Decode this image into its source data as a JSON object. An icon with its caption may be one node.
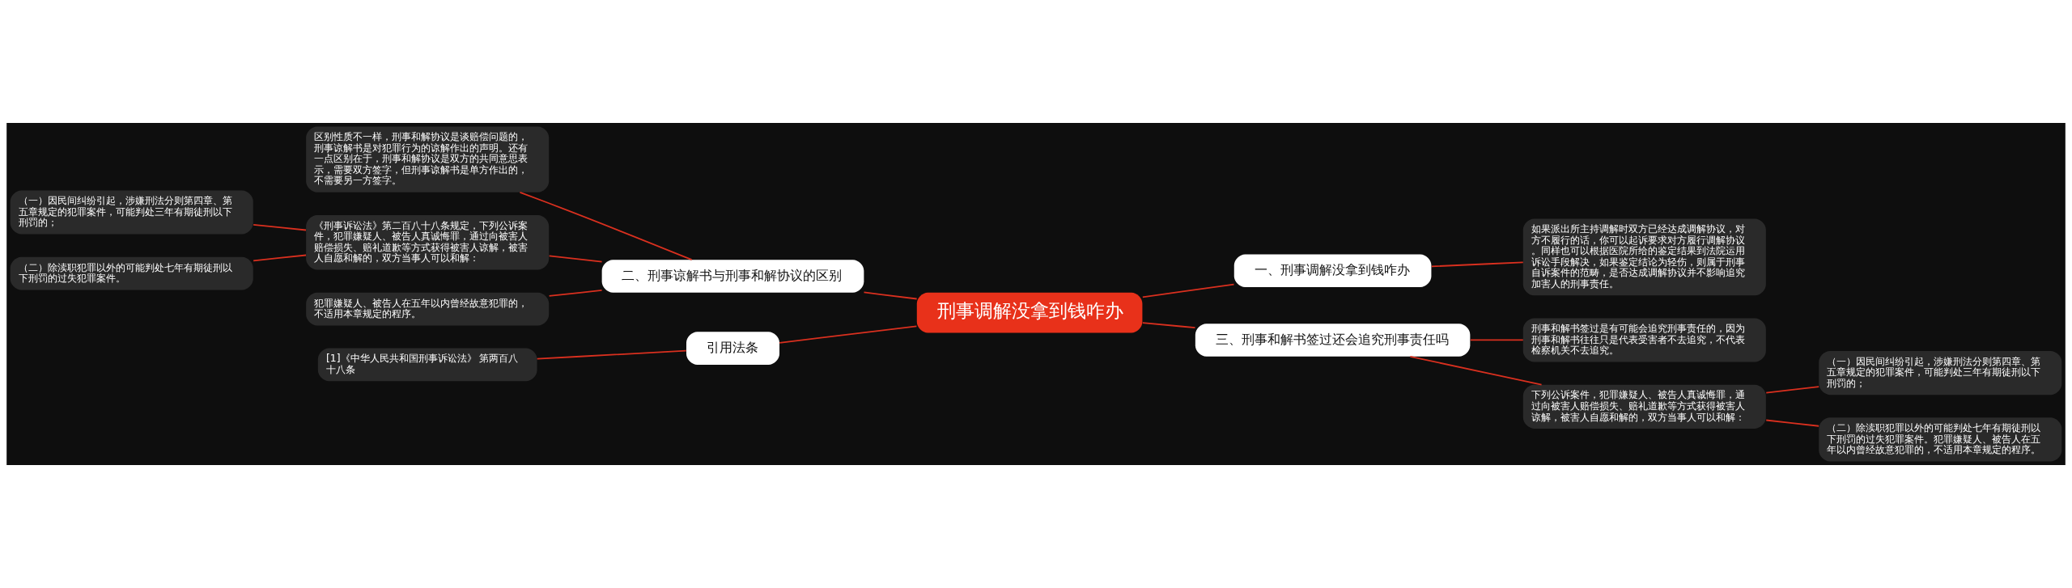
{
  "diagram": {
    "nodes": [
      {
        "text": [
          "刑事调解没拿到钱咋办"
        ]
      },
      {
        "text": [
          "二、刑事谅解书与刑事和解协议的区别"
        ]
      },
      {
        "text": [
          "区别性质不一样，刑事和解协议是谈赔偿问题的，刑事谅解书是对犯罪行为的谅解作出的声明。还有一点区别在于，刑事和解协议是双方的共同意思表示，需要双方签字，但刑事谅解书是单方作出的，不需要另一方签字。"
        ]
      },
      {
        "text": [
          "《刑事诉讼法》第二百八十八条规定，下列公诉案件，犯罪嫌疑人、被告人真诚悔罪，通过向被害人赔偿损失、赔礼道歉等方式获得被害人谅解，被害人自愿和解的，双方当事人可以和解："
        ]
      },
      {
        "text": [
          "（一）因民间纠纷引起，涉嫌刑法分则第四章、第五章规定的犯罪案件，可能判处三年有期徒刑以下刑罚的；"
        ]
      },
      {
        "text": [
          "（二）除渎职犯罪以外的可能判处七年有期徒刑以下刑罚的过失犯罪案件。"
        ]
      },
      {
        "text": [
          "犯罪嫌疑人、被告人在五年以内曾经故意犯罪的，不适用本章规定的程序。"
        ]
      },
      {
        "text": [
          "引用法条"
        ]
      },
      {
        "text": [
          "[1]《中华人民共和国刑事诉讼法》 第两百八十八条"
        ]
      },
      {
        "text": [
          "一、刑事调解没拿到钱咋办"
        ]
      },
      {
        "text": [
          "如果派出所主持调解时双方已经达成调解协议，对方不履行的话，你可以起诉要求对方履行调解协议。同样也可以根据医院所给的鉴定结果到法院运用诉讼手段解决，如果鉴定结论为轻伤，则属于刑事自诉案件的范畴，是否达成调解协议并不影响追究加害人的刑事责任。"
        ]
      },
      {
        "text": [
          "三、刑事和解书签过还会追究刑事责任吗"
        ]
      },
      {
        "text": [
          "刑事和解书签过是有可能会追究刑事责任的，因为刑事和解书往往只是代表受害者不去追究，不代表检察机关不去追究。"
        ]
      },
      {
        "text": [
          "下列公诉案件，犯罪嫌疑人、被告人真诚悔罪，通过向被害人赔偿损失、赔礼道歉等方式获得被害人谅解，被害人自愿和解的，双方当事人可以和解："
        ]
      },
      {
        "text": [
          "（一）因民间纠纷引起，涉嫌刑法分则第四章、第五章规定的犯罪案件，可能判处三年有期徒刑以下刑罚的；"
        ]
      },
      {
        "text": [
          "（二）除渎职犯罪以外的可能判处七年有期徒刑以下刑罚的过失犯罪案件。犯罪嫌疑人、被告人在五年以内曾经故意犯罪的，不适用本章规定的程序。"
        ]
      }
    ],
    "edges": [
      {
        "from": 0,
        "to": 1,
        "arrow": "none"
      },
      {
        "from": 1,
        "to": 2,
        "arrow": "none"
      },
      {
        "from": 1,
        "to": 3,
        "arrow": "none"
      },
      {
        "from": 3,
        "to": 4,
        "arrow": "none"
      },
      {
        "from": 3,
        "to": 5,
        "arrow": "none"
      },
      {
        "from": 1,
        "to": 6,
        "arrow": "none"
      },
      {
        "from": 0,
        "to": 7,
        "arrow": "none"
      },
      {
        "from": 7,
        "to": 8,
        "arrow": "none"
      },
      {
        "from": 0,
        "to": 9,
        "arrow": "none"
      },
      {
        "from": 9,
        "to": 10,
        "arrow": "none"
      },
      {
        "from": 0,
        "to": 11,
        "arrow": "none"
      },
      {
        "from": 11,
        "to": 12,
        "arrow": "none"
      },
      {
        "from": 11,
        "to": 13,
        "arrow": "none"
      },
      {
        "from": 13,
        "to": 14,
        "arrow": "none"
      },
      {
        "from": 13,
        "to": 15,
        "arrow": "none"
      }
    ]
  }
}
